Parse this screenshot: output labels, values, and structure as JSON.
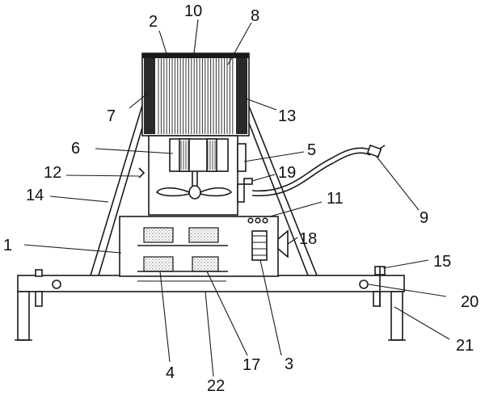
{
  "diagram": {
    "part_labels": [
      "1",
      "2",
      "3",
      "4",
      "5",
      "6",
      "7",
      "8",
      "9",
      "10",
      "11",
      "12",
      "13",
      "14",
      "15",
      "17",
      "18",
      "19",
      "20",
      "21",
      "22"
    ]
  }
}
